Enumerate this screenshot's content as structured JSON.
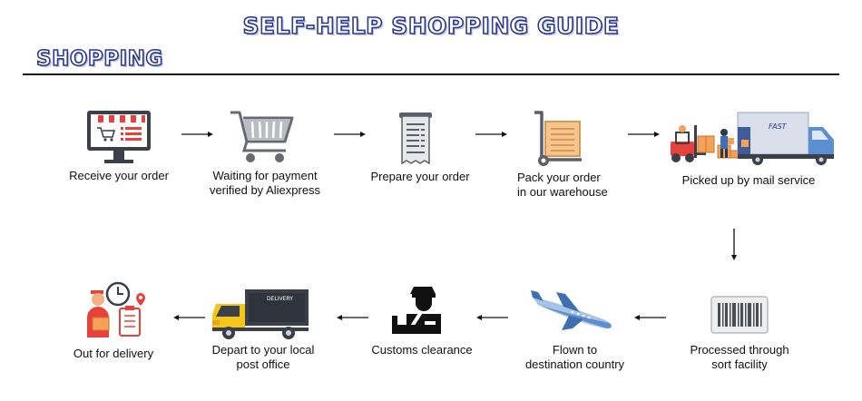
{
  "title": "SELF-HELP SHOPPING GUIDE",
  "section": "SHOPPING",
  "steps": [
    {
      "line1": "Receive your order",
      "line2": ""
    },
    {
      "line1": "Waiting for payment",
      "line2": "verified by Aliexpress"
    },
    {
      "line1": "Prepare your order",
      "line2": ""
    },
    {
      "line1": "Pack your order",
      "line2": "in our warehouse"
    },
    {
      "line1": "Picked up by mail service",
      "line2": ""
    },
    {
      "line1": "Processed through",
      "line2": "sort facility"
    },
    {
      "line1": "Flown to",
      "line2": "destination country"
    },
    {
      "line1": "Customs clearance",
      "line2": ""
    },
    {
      "line1": "Depart to your local",
      "line2": "post office"
    },
    {
      "line1": "Out for delivery",
      "line2": ""
    }
  ],
  "truck_text": {
    "fast": "FAST",
    "delivery": "DELIVERY"
  },
  "colors": {
    "navy": "#2b3a8c",
    "red": "#e8413b",
    "orange": "#f4a15a",
    "yellow": "#f5c518",
    "blue": "#5b8fd0"
  },
  "icons": [
    "online-store-icon",
    "shopping-cart-icon",
    "receipt-icon",
    "hand-truck-icon",
    "mail-truck-icon",
    "barcode-icon",
    "airplane-icon",
    "customs-officer-icon",
    "delivery-truck-icon",
    "courier-icon"
  ]
}
